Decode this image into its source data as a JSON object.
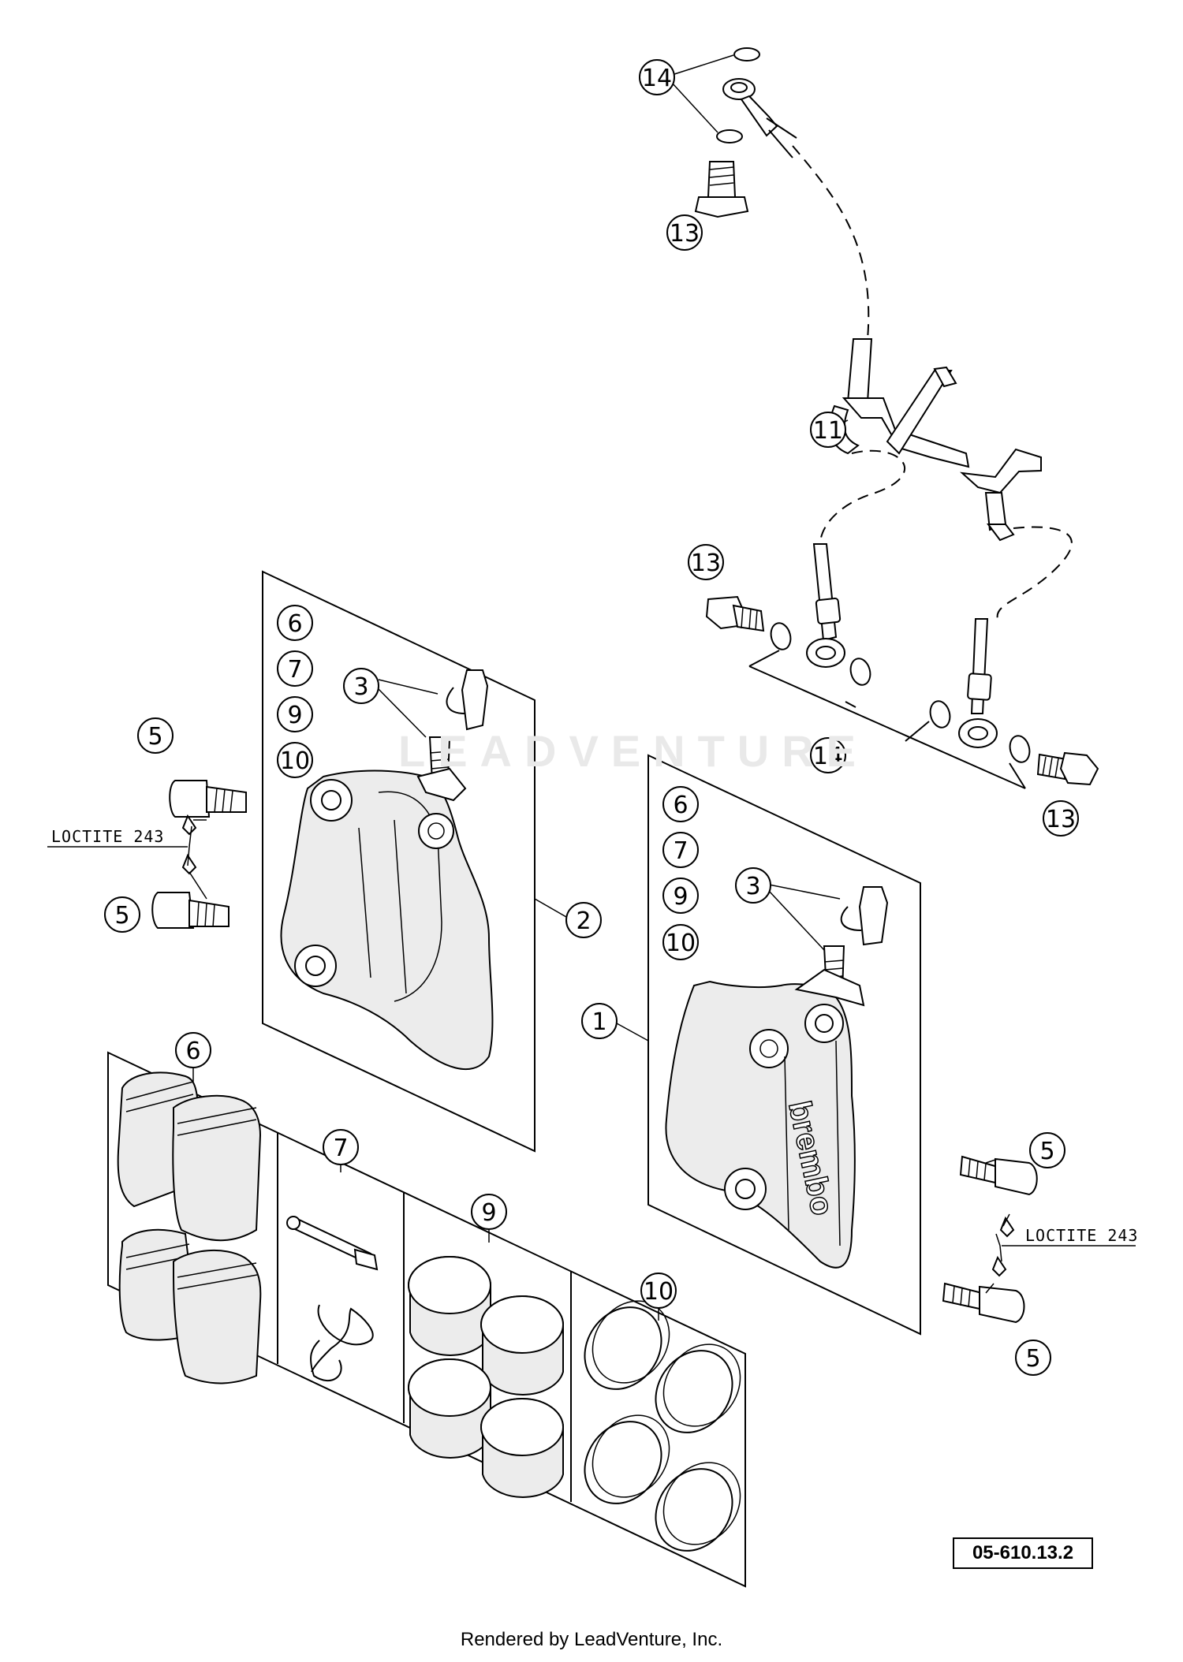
{
  "callouts": {
    "c14_top": "14",
    "c13_top": "13",
    "c11": "11",
    "c13_mid": "13",
    "c14_mid": "14",
    "c13_right": "13",
    "c6_left": "6",
    "c7_left": "7",
    "c9_left": "9",
    "c10_left": "10",
    "c3_left": "3",
    "c5_upper_left": "5",
    "c5_lower_left": "5",
    "c2": "2",
    "c6_right": "6",
    "c7_right": "7",
    "c9_right": "9",
    "c10_right": "10",
    "c3_right": "3",
    "c1": "1",
    "c6_kit": "6",
    "c7_kit": "7",
    "c9_kit": "9",
    "c10_kit": "10",
    "c5_upper_right": "5",
    "c5_lower_right": "5"
  },
  "notes": {
    "loctite_left": "LOCTITE 243",
    "loctite_right": "LOCTITE 243"
  },
  "caliper_brand": "brembo",
  "watermark": "LEADVENTURE",
  "diagram_ref": "05-610.13.2",
  "footer": "Rendered by LeadVenture, Inc."
}
